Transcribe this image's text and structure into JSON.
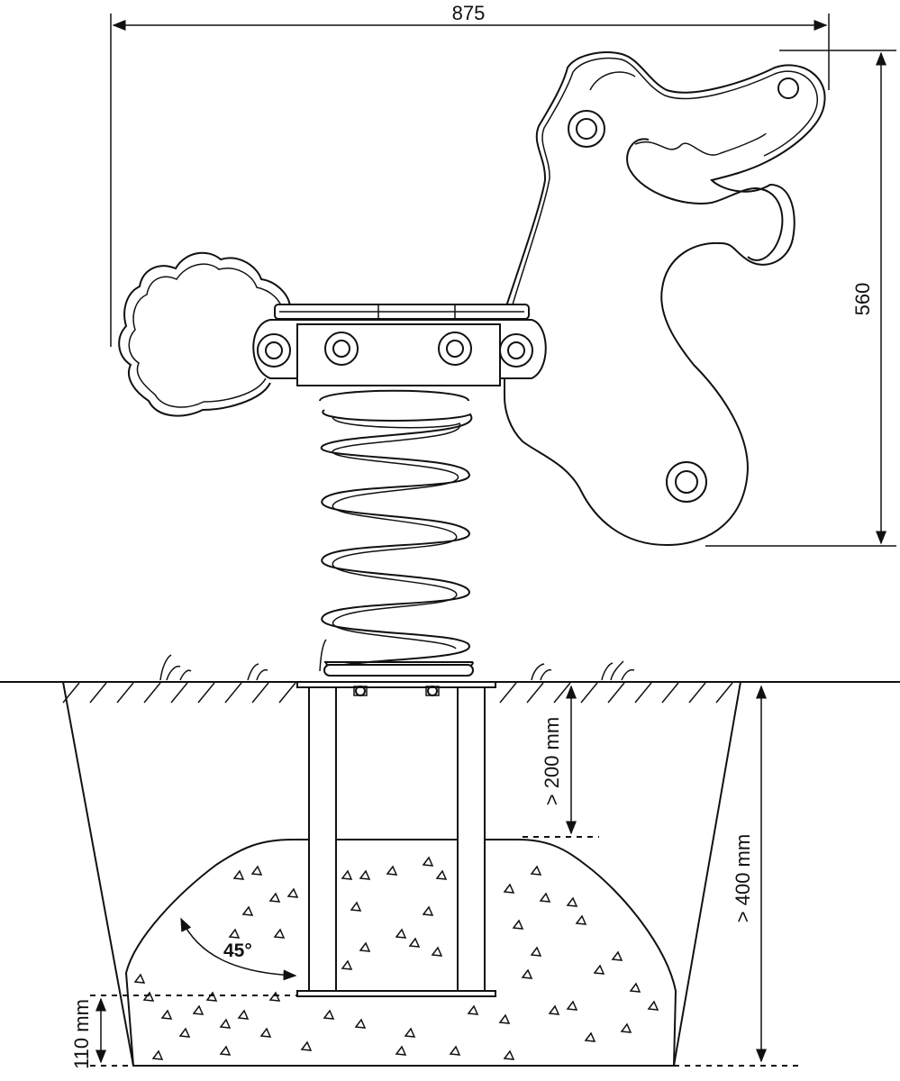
{
  "dimensions": {
    "width": "875",
    "height": "560",
    "depth_top": "> 200 mm",
    "depth_total": "> 400 mm",
    "base_height": "110 mm",
    "angle": "45°"
  }
}
